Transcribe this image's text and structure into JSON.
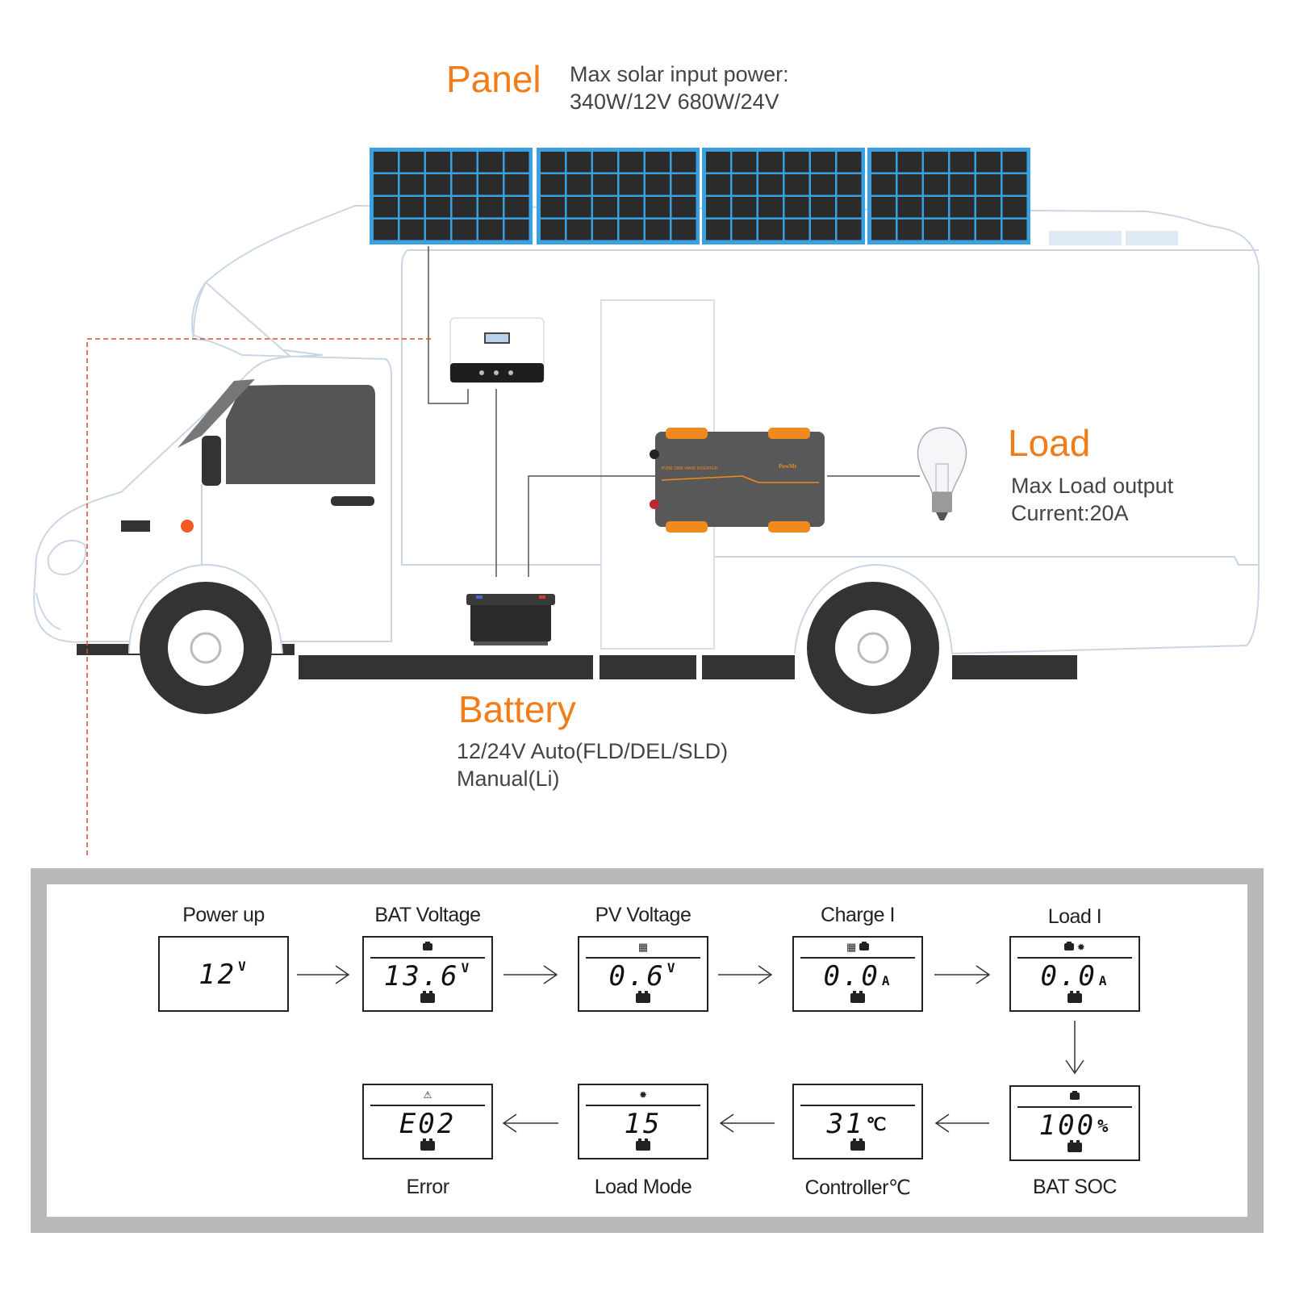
{
  "top_labels": {
    "panel_title": "Panel",
    "panel_desc_line1": "Max solar input power:",
    "panel_desc_line2": "340W/12V 680W/24V",
    "load_title": "Load",
    "load_desc_line1": "Max Load output",
    "load_desc_line2": "Current:20A",
    "battery_title": "Battery",
    "battery_desc_line1": "12/24V Auto(FLD/DEL/SLD)",
    "battery_desc_line2": "Manual(Li)"
  },
  "colors": {
    "accent": "#f07d1a",
    "panel_frame": "#3aa0e0",
    "panel_cell": "#2b2b2b",
    "flow_border": "#b9b9b9"
  },
  "display_flow": {
    "steps": [
      {
        "caption": "Power up",
        "value": "12",
        "unit": "V",
        "top_icon": "",
        "bottom_icon": ""
      },
      {
        "caption": "BAT Voltage",
        "value": "13.6",
        "unit": "V",
        "top_icon": "battery-icon",
        "bottom_icon": "battery-icon"
      },
      {
        "caption": "PV Voltage",
        "value": "0.6",
        "unit": "V",
        "top_icon": "solar-panel-icon",
        "bottom_icon": "battery-icon"
      },
      {
        "caption": "Charge I",
        "value": "0.0",
        "unit": "A",
        "top_icon": "solar-panel-battery-icon",
        "bottom_icon": "battery-icon"
      },
      {
        "caption": "Load I",
        "value": "0.0",
        "unit": "A",
        "top_icon": "battery-bulb-icon",
        "bottom_icon": "battery-icon"
      },
      {
        "caption": "BAT SOC",
        "value": "100",
        "unit": "%",
        "top_icon": "battery-icon",
        "bottom_icon": "battery-icon"
      },
      {
        "caption": "Controller℃",
        "value": "31",
        "unit": "℃",
        "top_icon": "",
        "bottom_icon": "battery-icon"
      },
      {
        "caption": "Load Mode",
        "value": "15",
        "unit": "",
        "top_icon": "bulb-icon",
        "bottom_icon": "battery-icon"
      },
      {
        "caption": "Error",
        "value": "E02",
        "unit": "",
        "top_icon": "warning-icon",
        "bottom_icon": "battery-icon"
      }
    ]
  },
  "inverter_brand": "PowMr",
  "inverter_text": "PURE SINE WAVE INVERTER"
}
